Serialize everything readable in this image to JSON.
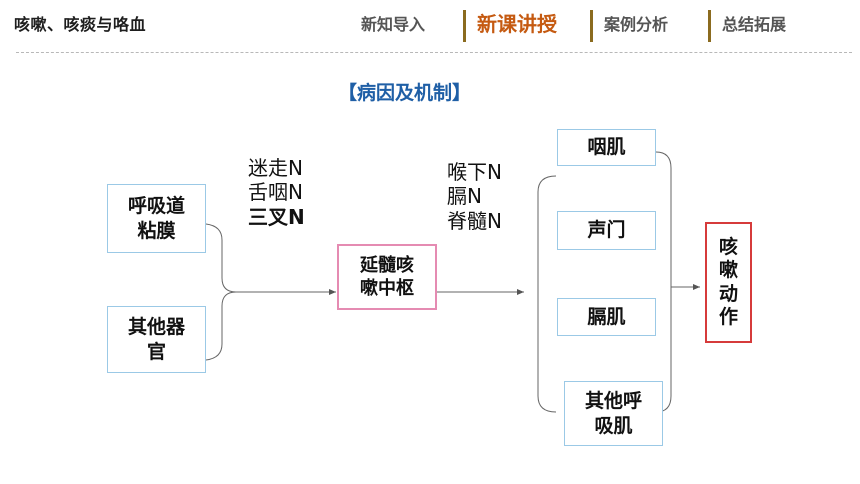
{
  "header": {
    "course_title": "咳嗽、咳痰与咯血",
    "nav": [
      {
        "label": "新知导入",
        "active": false
      },
      {
        "label": "新课讲授",
        "active": true
      },
      {
        "label": "案例分析",
        "active": false
      },
      {
        "label": "总结拓展",
        "active": false
      }
    ]
  },
  "section_title": "【病因及机制】",
  "diagram": {
    "inputs": [
      "呼吸道\n粘膜",
      "其他器\n官"
    ],
    "afferent_nerves": [
      "迷走N",
      "舌咽N",
      "三叉N"
    ],
    "center": "延髓咳\n嗽中枢",
    "efferent_nerves": [
      "喉下N",
      "膈N",
      "脊髓N"
    ],
    "effectors": [
      "咽肌",
      "声门",
      "膈肌",
      "其他呼\n吸肌"
    ],
    "result": "咳\n嗽\n动\n作"
  }
}
